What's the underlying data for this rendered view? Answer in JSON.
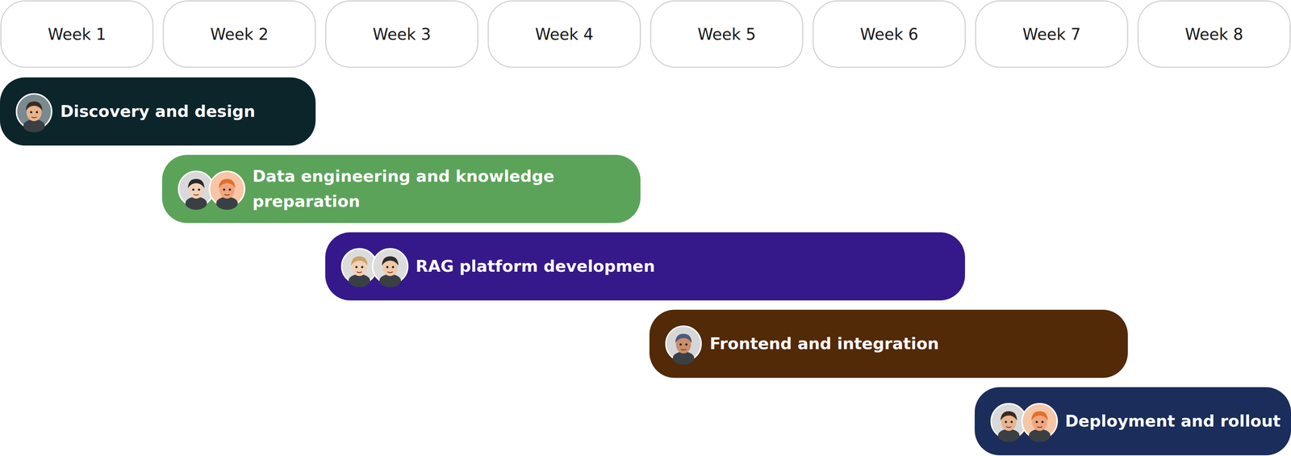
{
  "diagram": {
    "nodes": [
      {
        "text": [
          "Week 1"
        ]
      },
      {
        "text": [
          "Week 2"
        ]
      },
      {
        "text": [
          "Week 3"
        ]
      },
      {
        "text": [
          "Week 4"
        ]
      },
      {
        "text": [
          "Week 5"
        ]
      },
      {
        "text": [
          "Week 6"
        ]
      },
      {
        "text": [
          "Week 7"
        ]
      },
      {
        "text": [
          "Week 8"
        ]
      },
      {
        "text": [
          "Discovery and design"
        ]
      },
      {
        "text": [
          "Data engineering and knowledge preparation"
        ]
      },
      {
        "text": [
          "RAG platform developmen"
        ]
      },
      {
        "text": [
          "Frontend and integration"
        ]
      },
      {
        "text": [
          "Deployment and rollout"
        ]
      }
    ]
  }
}
